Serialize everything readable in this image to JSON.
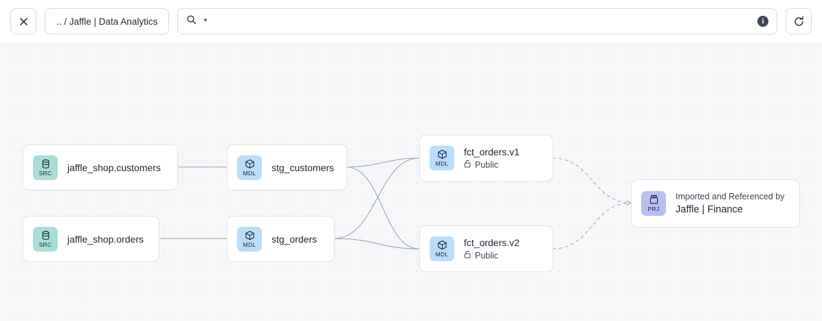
{
  "toolbar": {
    "close_label": "close-icon",
    "breadcrumb": ".. / Jaffle | Data Analytics",
    "search_value": "*",
    "search_placeholder": "",
    "info_label": "i",
    "refresh_label": "refresh-icon"
  },
  "graph": {
    "nodes": [
      {
        "id": "jaffle_shop_customers",
        "kind": "SRC",
        "title": "jaffle_shop.customers",
        "subtitle": "",
        "overtitle": ""
      },
      {
        "id": "jaffle_shop_orders",
        "kind": "SRC",
        "title": "jaffle_shop.orders",
        "subtitle": "",
        "overtitle": ""
      },
      {
        "id": "stg_customers",
        "kind": "MDL",
        "title": "stg_customers",
        "subtitle": "",
        "overtitle": ""
      },
      {
        "id": "stg_orders",
        "kind": "MDL",
        "title": "stg_orders",
        "subtitle": "",
        "overtitle": ""
      },
      {
        "id": "fct_orders_v1",
        "kind": "MDL",
        "title": "fct_orders.v1",
        "subtitle": "Public",
        "overtitle": ""
      },
      {
        "id": "fct_orders_v2",
        "kind": "MDL",
        "title": "fct_orders.v2",
        "subtitle": "Public",
        "overtitle": ""
      },
      {
        "id": "jaffle_finance",
        "kind": "PRJ",
        "title": "Jaffle | Finance",
        "subtitle": "",
        "overtitle": "Imported and Referenced by"
      }
    ],
    "badge_labels": {
      "src": "SRC",
      "mdl": "MDL",
      "prj": "PRJ"
    },
    "colors": {
      "src_badge": "#a8ded7",
      "mdl_badge": "#b9ddfb",
      "prj_badge": "#b9bef5",
      "node_border": "#dfe3e8",
      "edge": "#9aa3ad",
      "canvas_bg": "#f6f7f9",
      "dot_grid": "#dfe3e8"
    }
  }
}
